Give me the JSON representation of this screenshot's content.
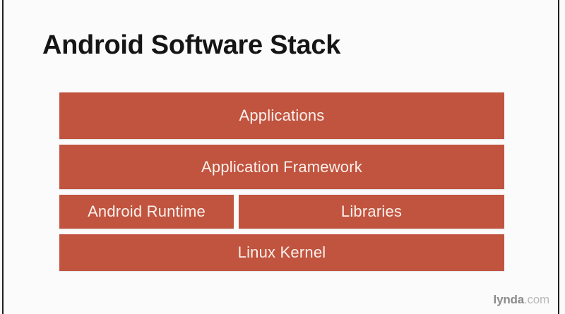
{
  "slide": {
    "title": "Android Software Stack",
    "background_color": "#FAFAFA",
    "frame_color": "#1D2023"
  },
  "chart_data": {
    "type": "diagram",
    "title": "Android Software Stack",
    "layer_color": "#C1543F",
    "layer_text_color": "#FBF0EC",
    "layers": [
      {
        "label": "Applications",
        "span": 1,
        "order": 1
      },
      {
        "label": "Application Framework",
        "span": 1,
        "order": 2
      },
      {
        "label": "Android Runtime",
        "span": 0.39,
        "order": 3
      },
      {
        "label": "Libraries",
        "span": 0.6,
        "order": 3
      },
      {
        "label": "Linux Kernel",
        "span": 1,
        "order": 4
      }
    ]
  },
  "stack": {
    "row1": {
      "label": "Applications"
    },
    "row2": {
      "label": "Application Framework"
    },
    "row3": {
      "left": {
        "label": "Android Runtime"
      },
      "right": {
        "label": "Libraries"
      }
    },
    "row4": {
      "label": "Linux Kernel"
    }
  },
  "watermark": {
    "brand": "lynda",
    "tld": ".com"
  }
}
